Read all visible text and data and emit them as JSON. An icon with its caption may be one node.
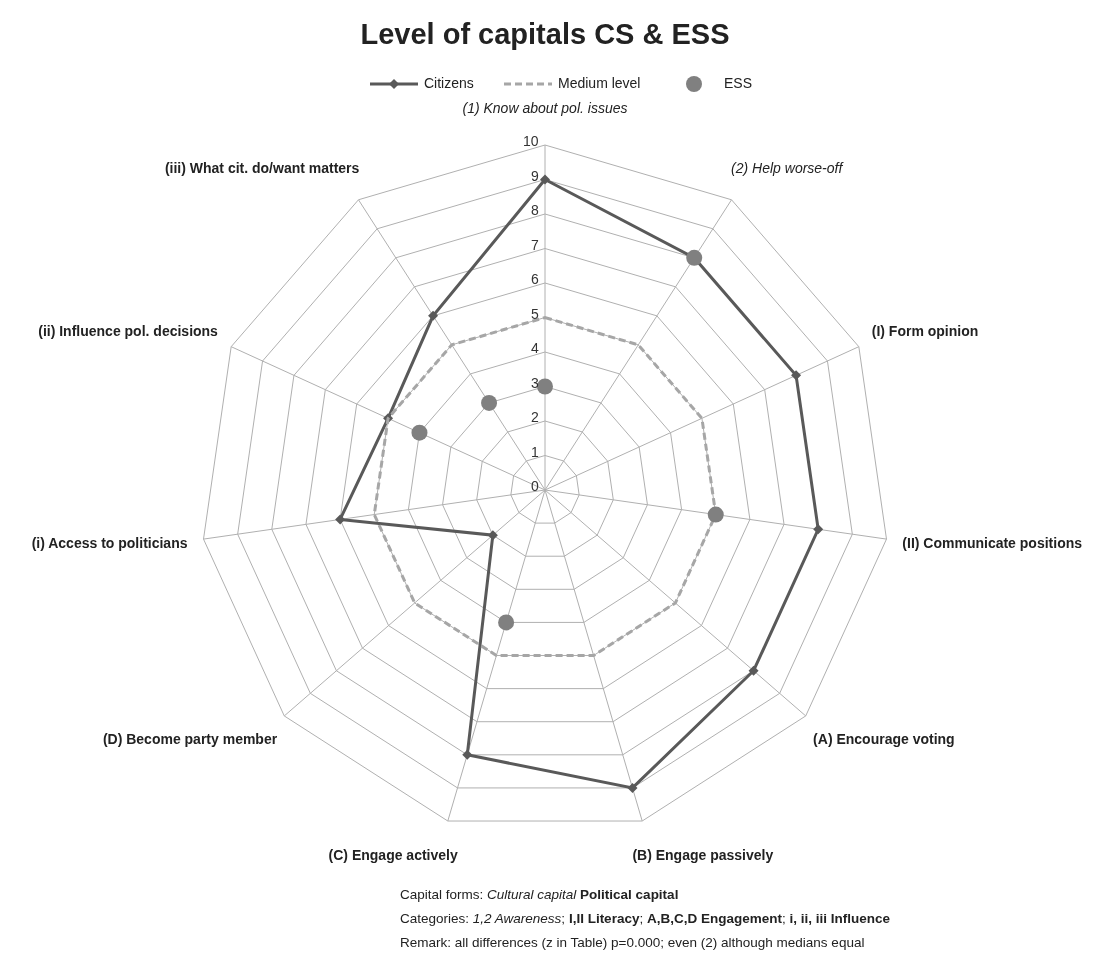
{
  "diagram": {
    "title": "Level of capitals CS & ESS",
    "labels": [
      "(1) Know about pol. issues",
      "10",
      "(iii) What cit. do/want matters",
      "9",
      "(2) Help worse-off",
      "8",
      "7",
      "6",
      "(ii) Influence pol. decisions",
      "5",
      "(I) Form opinion",
      "4",
      "3",
      "2",
      "1",
      "0",
      "(i) Access to politicians",
      "(II)  Communicate positions",
      "(D) Become party member",
      "(A) Encourage voting",
      "(C) Engage actively",
      "(B) Engage passively",
      "Capital forms: *Cultural capital*  **Political capital**",
      "Categories: *1,2 Awareness*; **I,II Literacy**; **A,B,C,D Engagement**; **i, ii, iii Influence**",
      "Remark: all differences (z in Table) p=0.000; even (2) although medians equal"
    ],
    "legend": [
      {
        "text": "Citizens"
      },
      {
        "text": "Medium level"
      },
      {
        "text": "ESS"
      }
    ]
  }
}
